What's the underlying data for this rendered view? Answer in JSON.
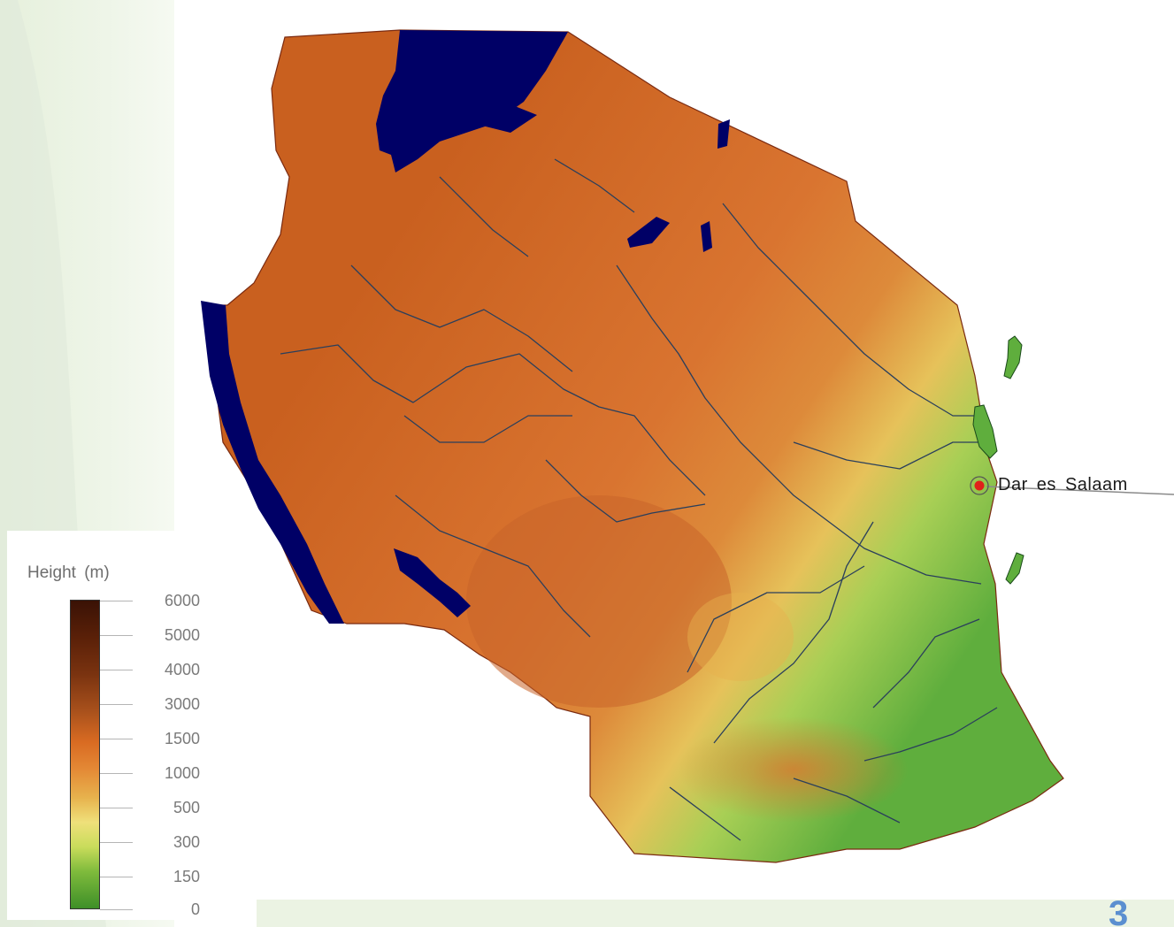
{
  "map": {
    "city_label": "Dar es Salaam",
    "colors": {
      "lakes": "#000066",
      "rivers": "#2a3f5c",
      "city_marker": "#e0201a",
      "highland": "#d97430",
      "coastal_lowland": "#79c04b"
    }
  },
  "legend": {
    "title": "Height (m)",
    "ticks": [
      "6000",
      "5000",
      "4000",
      "3000",
      "1500",
      "1000",
      "500",
      "300",
      "150",
      "0"
    ]
  },
  "slide": {
    "page_number": "3"
  }
}
